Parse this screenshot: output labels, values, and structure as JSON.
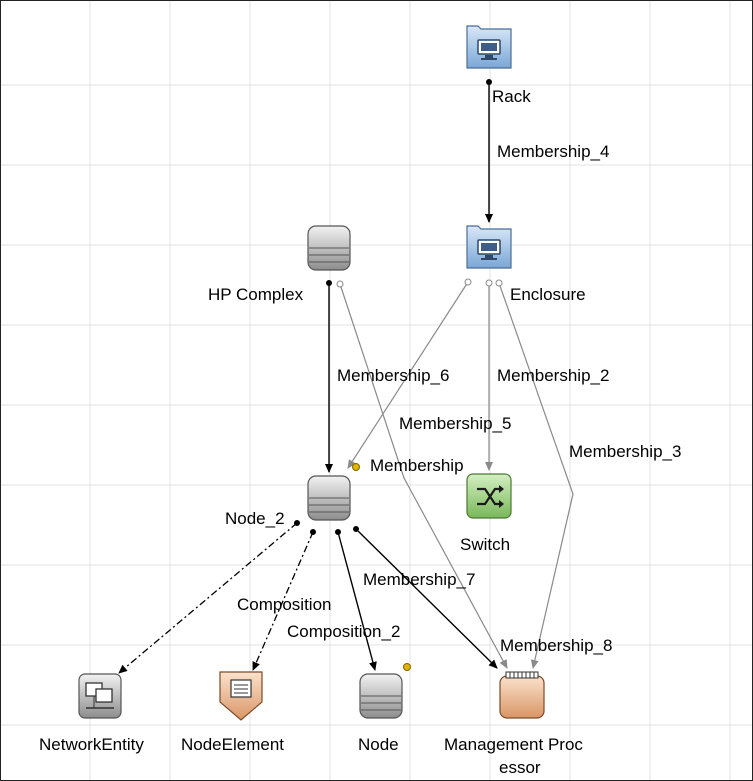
{
  "nodes": [
    {
      "id": "rack",
      "label": "Rack",
      "icon": "rack-icon"
    },
    {
      "id": "enclosure",
      "label": "Enclosure",
      "icon": "enclosure-icon"
    },
    {
      "id": "hp_complex",
      "label": "HP Complex",
      "icon": "server-stack-icon"
    },
    {
      "id": "node_2",
      "label": "Node_2",
      "icon": "server-stack-icon"
    },
    {
      "id": "switch",
      "label": "Switch",
      "icon": "switch-icon"
    },
    {
      "id": "network_entity",
      "label": "NetworkEntity",
      "icon": "network-entity-icon"
    },
    {
      "id": "node_element",
      "label": "NodeElement",
      "icon": "node-element-icon"
    },
    {
      "id": "node",
      "label": "Node",
      "icon": "server-stack-icon"
    },
    {
      "id": "management_processor",
      "label_line1": "Management Proc",
      "label_line2": "essor",
      "icon": "management-processor-icon"
    }
  ],
  "edges": [
    {
      "label": "Membership_4",
      "from": "rack",
      "to": "enclosure"
    },
    {
      "label": "Membership_6",
      "from": "hp_complex",
      "to": "node_2"
    },
    {
      "label": "Membership_2",
      "from": "enclosure",
      "to": "switch"
    },
    {
      "label": "Membership_5",
      "from": "enclosure",
      "to": "switch"
    },
    {
      "label": "Membership_3",
      "from": "enclosure",
      "to": "management_processor"
    },
    {
      "label": "Membership",
      "from": "enclosure",
      "to": "node_2"
    },
    {
      "label": "Membership_7",
      "from": "node_2",
      "to": "management_processor"
    },
    {
      "label": "Composition",
      "from": "node_2",
      "to": "node_element"
    },
    {
      "label": "Composition_2",
      "from": "node_2",
      "to": "node"
    },
    {
      "label": "Membership_8",
      "from": "hp_complex",
      "to": "management_processor"
    }
  ],
  "colors": {
    "grid": "#e3e3e3",
    "solid_edge": "#000000",
    "gray_edge": "#8a8a8a",
    "icon_blue": "#9fc2e6",
    "switch_green": "#9bd07a",
    "mp_orange": "#e8b48a"
  }
}
